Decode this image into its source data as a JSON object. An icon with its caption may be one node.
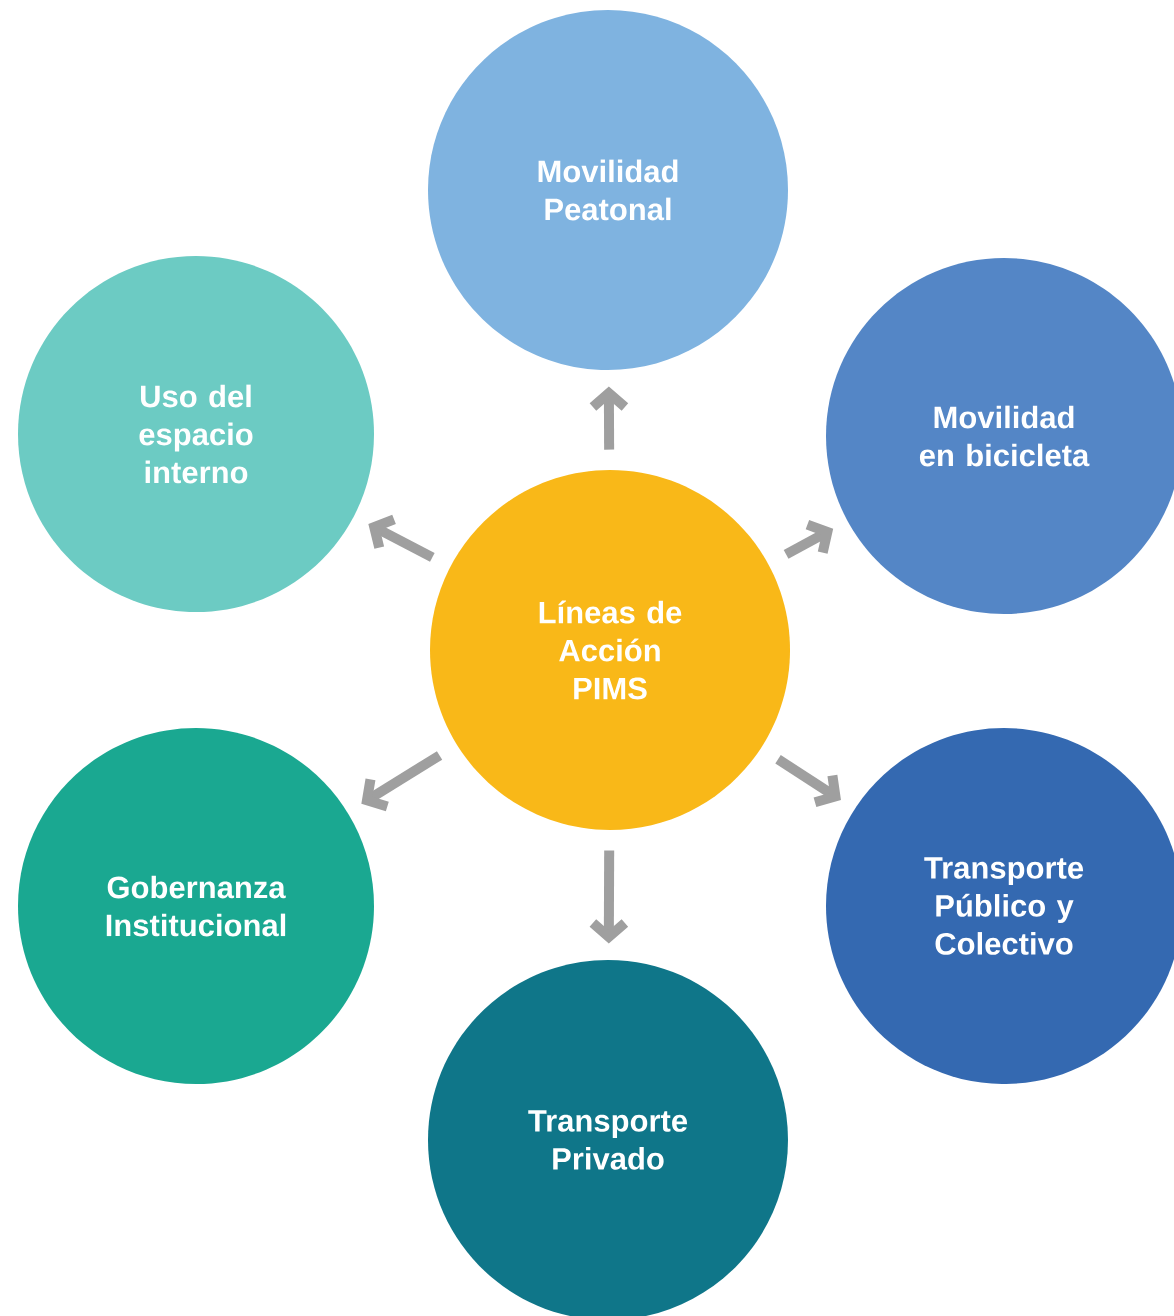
{
  "diagram": {
    "nodes": [
      {
        "text": [
          "Líneas de Acción PIMS"
        ]
      },
      {
        "text": [
          "Movilidad Peatonal"
        ]
      },
      {
        "text": [
          "Movilidad en bicicleta"
        ]
      },
      {
        "text": [
          "Transporte Público y Colectivo"
        ]
      },
      {
        "text": [
          "Transporte Privado"
        ]
      },
      {
        "text": [
          "Gobernanza Institucional"
        ]
      },
      {
        "text": [
          "Uso del espacio interno"
        ]
      }
    ],
    "edges": [
      {
        "from": 0,
        "to": 1,
        "arrow": "to"
      },
      {
        "from": 0,
        "to": 2,
        "arrow": "to"
      },
      {
        "from": 0,
        "to": 3,
        "arrow": "to"
      },
      {
        "from": 0,
        "to": 4,
        "arrow": "to"
      },
      {
        "from": 0,
        "to": 5,
        "arrow": "to"
      },
      {
        "from": 0,
        "to": 6,
        "arrow": "to"
      }
    ]
  }
}
